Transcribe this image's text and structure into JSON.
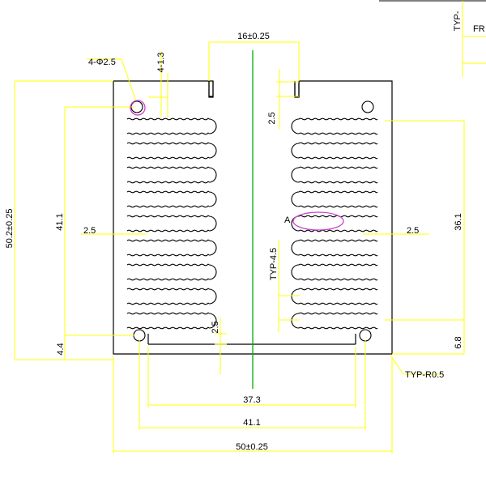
{
  "colors": {
    "outline": "#000000",
    "dimension": "#ffff00",
    "centerline": "#00b000",
    "highlight": "#cc44cc",
    "background": "#ffffff"
  },
  "labels": {
    "top_gap": "16±0.25",
    "hole_note": "4-Φ2.5",
    "top_step": "4-1.3",
    "top_right_slot": "2.5",
    "left_height": "50.2±0.25",
    "left_inner": "41.1",
    "left_fin": "2.5",
    "left_bottom": "4.4",
    "right_height": "36.1",
    "right_fin": "2.5",
    "right_bottom": "6.8",
    "fin_pitch": "TYP-4.5",
    "detail": "A",
    "bottom_slot": "2.5",
    "corner_radius": "TYP-R0.5",
    "bottom_width_1": "37.3",
    "bottom_width_2": "41.1",
    "bottom_width_3": "50±0.25",
    "corner_typ": "TYP-",
    "corner_fr": "FR"
  }
}
